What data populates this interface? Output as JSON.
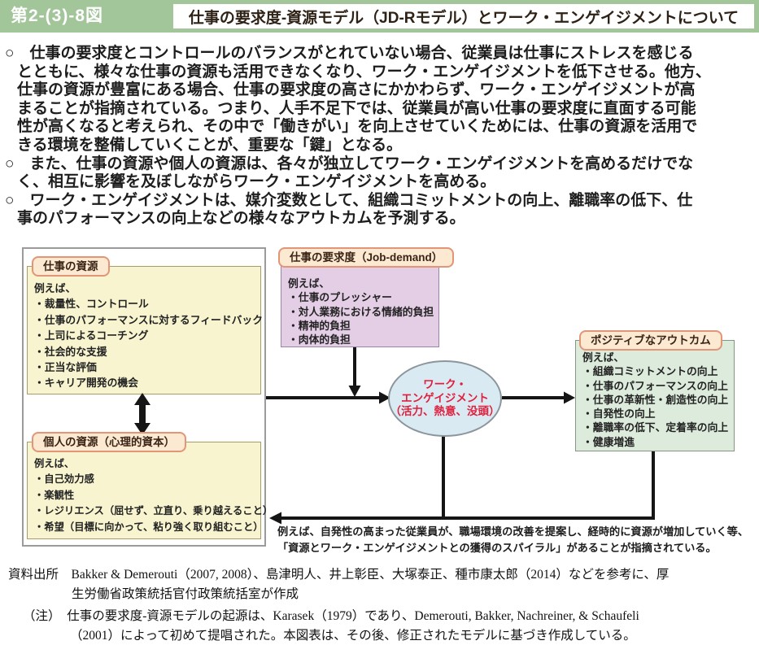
{
  "header": {
    "figure_label": "第2-(3)-8図",
    "title": "仕事の要求度-資源モデル（JD-Rモデル）とワーク・エンゲイジメントについて"
  },
  "bullets": [
    {
      "lines": [
        "○　仕事の要求度とコントロールのバランスがとれていない場合、従業員は仕事にストレスを感じる",
        "とともに、様々な仕事の資源も活用できなくなり、ワーク・エンゲイジメントを低下させる。他方、",
        "仕事の資源が豊富にある場合、仕事の要求度の高さにかかわらず、ワーク・エンゲイジメントが高",
        "まることが指摘されている。つまり、人手不足下では、従業員が高い仕事の要求度に直面する可能",
        "性が高くなると考えられ、その中で「働きがい」を向上させていくためには、仕事の資源を活用で",
        "きる環境を整備していくことが、重要な「鍵」となる。"
      ]
    },
    {
      "lines": [
        "○　また、仕事の資源や個人の資源は、各々が独立してワーク・エンゲイジメントを高めるだけでな",
        "く、相互に影響を及ぼしながらワーク・エンゲイジメントを高める。"
      ]
    },
    {
      "lines": [
        "○　ワーク・エンゲイジメントは、媒介変数として、組織コミットメントの向上、離職率の低下、仕",
        "事のパフォーマンスの向上などの様々なアウトカムを予測する。"
      ]
    }
  ],
  "diagram": {
    "job_resources": {
      "label": "仕事の資源",
      "intro": "例えば、",
      "items": [
        "・裁量性、コントロール",
        "・仕事のパフォーマンスに対するフィードバック",
        "・上司によるコーチング",
        "・社会的な支援",
        "・正当な評価",
        "・キャリア開発の機会"
      ]
    },
    "personal_resources": {
      "label": "個人の資源（心理的資本）",
      "intro": "例えば、",
      "items": [
        "・自己効力感",
        "・楽観性",
        "・レジリエンス（屈せず、立直り、乗り越えること）",
        "・希望（目標に向かって、粘り強く取り組むこと）"
      ]
    },
    "job_demand": {
      "label": "仕事の要求度（Job-demand）",
      "intro": "例えば、",
      "items": [
        "・仕事のプレッシャー",
        "・対人業務における情緒的負担",
        "・精神的負担",
        "・肉体的負担"
      ]
    },
    "engagement": {
      "lines": [
        "ワーク・",
        "エンゲイジメント",
        "（活力、熱意、没頭）"
      ]
    },
    "outcomes": {
      "label": "ポジティブなアウトカム",
      "intro": "例えば、",
      "items": [
        "・組織コミットメントの向上",
        "・仕事のパフォーマンスの向上",
        "・仕事の革新性・創造性の向上",
        "・自発性の向上",
        "・離職率の低下、定着率の向上",
        "・健康増進"
      ]
    },
    "spiral_note": {
      "lines": [
        "例えば、自発性の高まった従業員が、職場環境の改善を提案し、経時的に資源が増加していく等、",
        "「資源とワーク・エンゲイジメントとの獲得のスパイラル」があることが指摘されている。"
      ]
    }
  },
  "footer": {
    "source_line1": "資料出所　Bakker & Demerouti（2007, 2008）、島津明人、井上彰臣、大塚泰正、種市康太郎（2014）などを参考に、厚",
    "source_line2": "生労働省政策統括官付政策統括室が作成",
    "note_line1": "（注）　仕事の要求度-資源モデルの起源は、Karasek（1979）であり、Demerouti, Bakker, Nachreiner, & Schaufeli",
    "note_line2": "（2001）によって初めて提唱された。本図表は、その後、修正されたモデルに基づき作成している。"
  },
  "colors": {
    "header_green": "#a2c59a",
    "pill_bg": "#fbe9d2",
    "pill_border": "#e29577",
    "resources_yellow": "#f7f4cf",
    "job_demand_purple": "#e4cee6",
    "outcomes_green": "#dcebdb",
    "engagement_blue": "#daeaf3",
    "engagement_text_red": "#e01f3d",
    "arrow_black": "#151515"
  }
}
